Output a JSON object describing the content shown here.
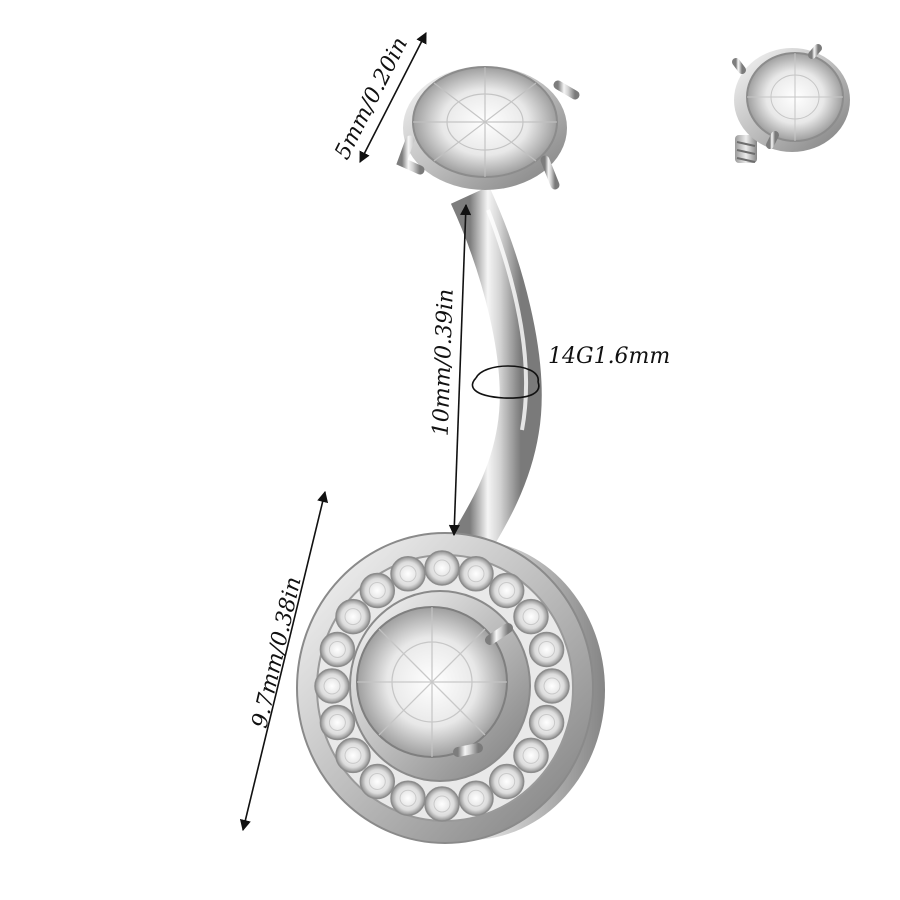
{
  "colors": {
    "metal_light": "#f4f4f4",
    "metal_mid": "#c9c9c9",
    "metal_dark": "#8a8a8a",
    "gem_light": "#ffffff",
    "gem_shade": "#b9b9b9",
    "ink": "#111111"
  },
  "dimensions": {
    "top_gem": "5mm/0.20in",
    "bar_length": "10mm/0.39in",
    "gauge": "14G1.6mm",
    "bottom_gem": "9.7mm/0.38in"
  }
}
